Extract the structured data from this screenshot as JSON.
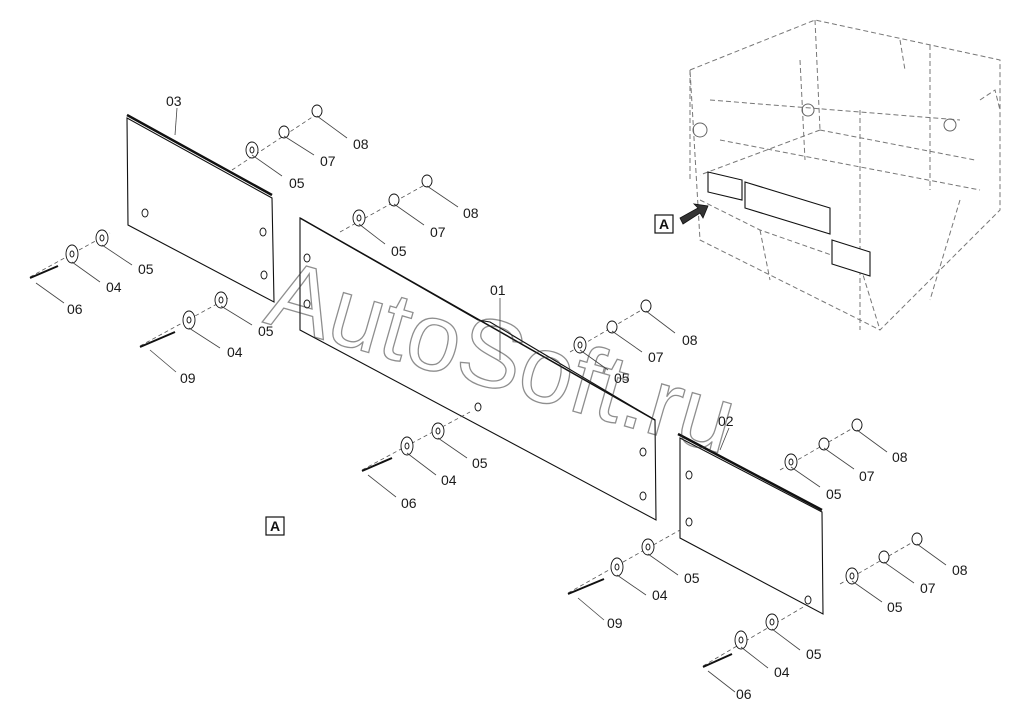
{
  "view_marker": "A",
  "watermark": "AutoSoft.ru",
  "callouts": {
    "c01": "01",
    "c02": "02",
    "c03": "03",
    "c04a": "04",
    "c04b": "04",
    "c04c": "04",
    "c04d": "04",
    "c04e": "04",
    "c05a": "05",
    "c05b": "05",
    "c05c": "05",
    "c05d": "05",
    "c05e": "05",
    "c05f": "05",
    "c05g": "05",
    "c05h": "05",
    "c05i": "05",
    "c05j": "05",
    "c06a": "06",
    "c06b": "06",
    "c06c": "06",
    "c07a": "07",
    "c07b": "07",
    "c07c": "07",
    "c07d": "07",
    "c07e": "07",
    "c08a": "08",
    "c08b": "08",
    "c08c": "08",
    "c08d": "08",
    "c08e": "08",
    "c09a": "09",
    "c09b": "09"
  }
}
